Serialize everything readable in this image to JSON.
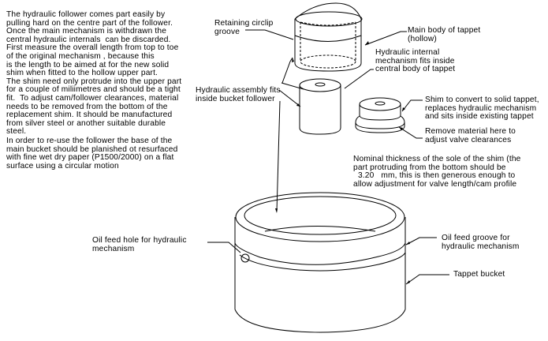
{
  "intro_paragraph": {
    "lines": [
      "The hydraulic follower comes part easily by",
      "pulling hard on the centre part of the follower.",
      "Once the main mechanism is withdrawn the",
      "central hydraulic internals  can be discarded.",
      "First measure the overall length from top to toe",
      "of the original mechanism , because this",
      "is the length to be aimed at for the new solid",
      "shim when fitted to the hollow upper part.",
      "The shim need only protrude into the upper part",
      "for a couple of miliimetres and should be a tight",
      "fit.  To adjust cam/follower clearances, material",
      "needs to be removed from the bottom of the",
      "replacement shim. It should be manufactured",
      "from silver steel or another suitable durable",
      "steel."
    ]
  },
  "resurface_paragraph": {
    "lines": [
      "In order to re-use the follower the base of the",
      "main bucket should be planished ot resurfaced",
      "with fine wet dry paper (P1500/2000) on a flat",
      "surface using a circular motion"
    ]
  },
  "labels": {
    "circlip_groove": [
      "Retaining circlip",
      "groove"
    ],
    "main_body": [
      "Main body of tappet",
      "(hollow)"
    ],
    "hydraulic_internal": [
      "Hydraulic internal",
      "mechanism fits inside",
      "central body of tappet"
    ],
    "hydraulic_assembly": [
      "Hydraulic assembly fits",
      "inside bucket follower"
    ],
    "shim": [
      "Shim to convert to solid tappet,",
      "replaces hydraulic mechanism",
      "and sits inside existing tappet"
    ],
    "remove_material": [
      "Remove material here to",
      "adjust valve clearances"
    ],
    "nominal_thickness": [
      "Nominal thickness of the sole of the shim (the",
      "part protruding from the bottom should be",
      "  3.20   mm, this is then generous enough to",
      "allow adjustment for valve length/cam profile"
    ],
    "oil_feed_hole": [
      "Oil feed hole for hydraulic",
      "mechanism"
    ],
    "oil_feed_groove": [
      "Oil feed groove for",
      "hydraulic mechanism"
    ],
    "tappet_bucket": [
      "Tappet bucket"
    ]
  }
}
